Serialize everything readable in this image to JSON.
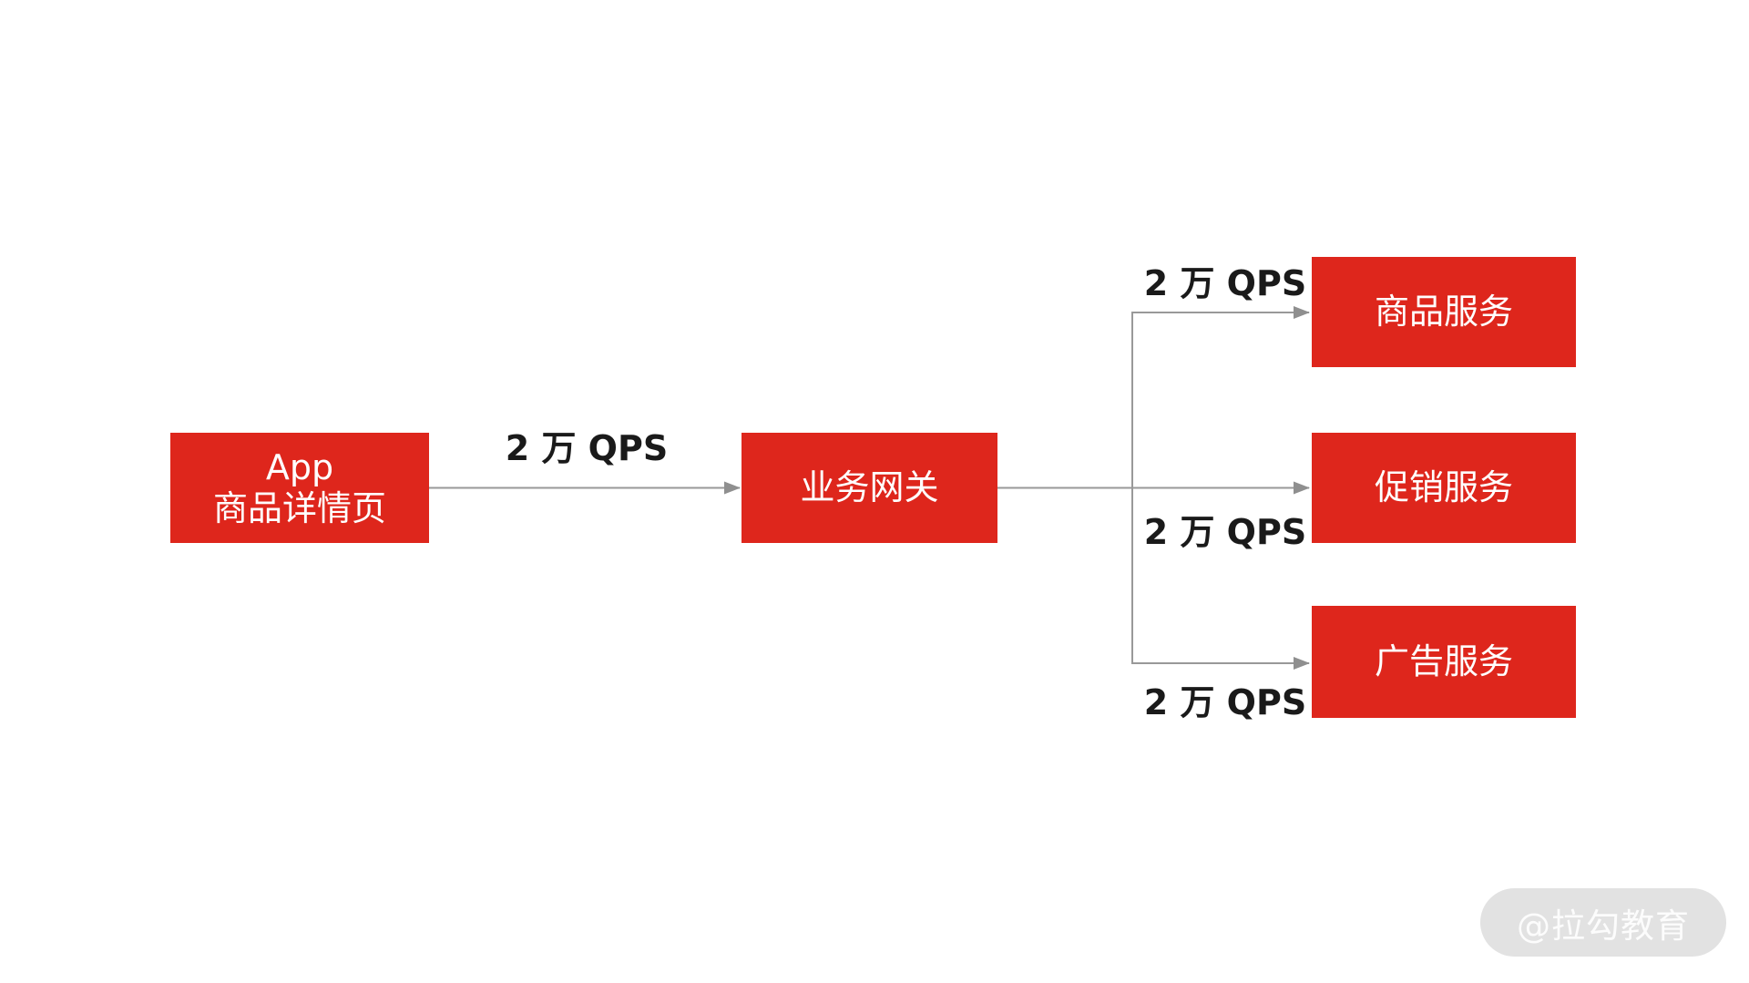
{
  "page": {
    "background_color": "#ffffff"
  },
  "diagram": {
    "type": "architecture-flow",
    "colors": {
      "node_fill": "#de261c",
      "node_text": "#ffffff",
      "connector_line": "#999999",
      "arrowhead": "#8f8f8f",
      "edge_label_text": "#1a1a1a"
    },
    "nodes": {
      "app": {
        "line1": "App",
        "line2": "商品详情页"
      },
      "gateway": {
        "label": "业务网关"
      },
      "product": {
        "label": "商品服务"
      },
      "promo": {
        "label": "促销服务"
      },
      "ad": {
        "label": "广告服务"
      }
    },
    "edges": {
      "app_to_gateway": {
        "from": "app",
        "to": "gateway",
        "label": "2 万 QPS"
      },
      "gateway_to_product": {
        "from": "gateway",
        "to": "product",
        "label": "2 万 QPS"
      },
      "gateway_to_promo": {
        "from": "gateway",
        "to": "promo",
        "label": "2 万 QPS"
      },
      "gateway_to_ad": {
        "from": "gateway",
        "to": "ad",
        "label": "2 万 QPS"
      }
    }
  },
  "watermark": {
    "text": "@拉勾教育",
    "pill_color": "#e2e2e2",
    "text_color": "#fcfcfc"
  }
}
